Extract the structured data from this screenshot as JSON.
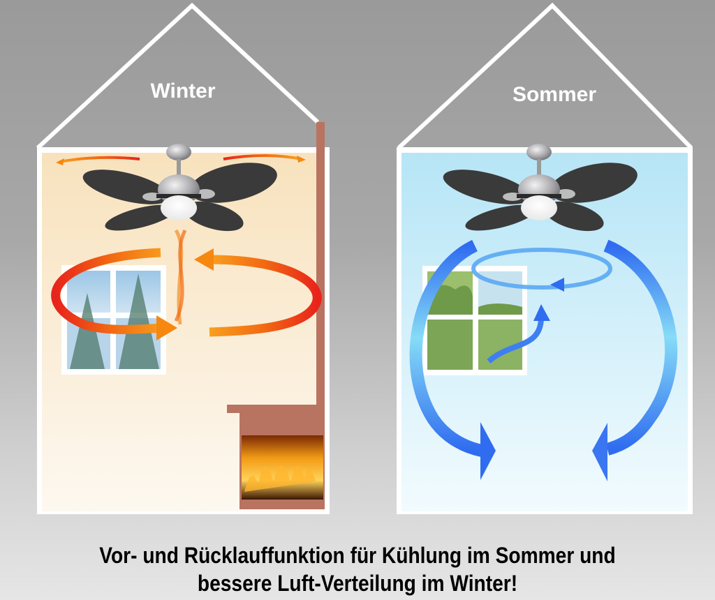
{
  "houses": [
    {
      "id": "winter",
      "label": "Winter",
      "interior_color_top": "#f8e3c0",
      "interior_color_bottom": "#fdf8ef",
      "arrow_colors": [
        "#e8241b",
        "#f6870f"
      ],
      "features": [
        "ceiling-fan",
        "window-snowy-trees",
        "chimney",
        "fireplace"
      ]
    },
    {
      "id": "summer",
      "label": "Sommer",
      "interior_color_top": "#b8e6f6",
      "interior_color_bottom": "#f3fbfe",
      "arrow_colors": [
        "#2f6cf0",
        "#7fd6f5"
      ],
      "features": [
        "ceiling-fan",
        "window-green-trees"
      ]
    }
  ],
  "caption": {
    "line1": "Vor- und Rücklauffunktion für Kühlung im Sommer und",
    "line2": "bessere Luft-Verteilung im Winter!"
  },
  "colors": {
    "background_top": "#9a9a9a",
    "house_outline": "#ffffff",
    "chimney": "#b87461",
    "fan_blade": "#3c3c3c"
  }
}
